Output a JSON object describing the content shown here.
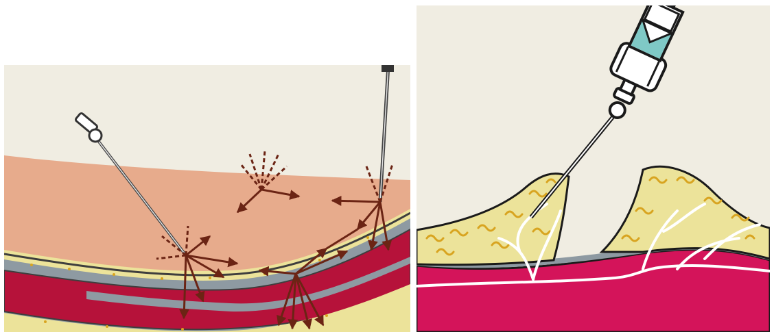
{
  "colors": {
    "background": "#f0ede2",
    "skin": "#e7ab8c",
    "fat": "#ece39a",
    "fat_squiggle": "#d8a420",
    "fascia": "#8e9aa2",
    "muscle": "#b6123a",
    "muscle_right": "#d4145a",
    "arrow": "#6b2414",
    "syringe_fluid": "#7fc9c6",
    "nerve": "#ffffff"
  },
  "images": [
    {
      "name": "needle-injection-spread-diagram",
      "icon": "needle-with-radiating-arrows"
    },
    {
      "name": "syringe-injection-fat-fold-diagram",
      "icon": "syringe-into-skin-fold"
    }
  ]
}
